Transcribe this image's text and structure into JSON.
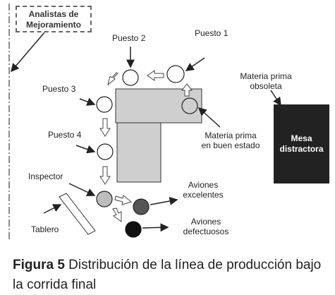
{
  "labels": {
    "analistas_line1": "Analistas de",
    "analistas_line2": "Mejoramiento",
    "puesto1": "Puesto 1",
    "puesto2": "Puesto 2",
    "puesto3": "Puesto 3",
    "puesto4": "Puesto 4",
    "materia_obsoleta_line1": "Materia prima",
    "materia_obsoleta_line2": "obsoleta",
    "materia_buen_line1": "Materia prima",
    "materia_buen_line2": "en buen estado",
    "mesa_line1": "Mesa",
    "mesa_line2": "distractora",
    "inspector": "Inspector",
    "aviones_excelentes_line1": "Aviones",
    "aviones_excelentes_line2": "excelentes",
    "aviones_defectuosos_line1": "Aviones",
    "aviones_defectuosos_line2": "defectuosos",
    "tablero": "Tablero"
  },
  "caption": {
    "figure_label": "Figura 5",
    "text": " Distribución de la línea de producción bajo la corrida final"
  },
  "colors": {
    "table_fill": "#cfcfcf",
    "mesa_fill": "#222222",
    "inspector_fill": "#bdbdbd",
    "excelentes_fill": "#555555",
    "defectuosos_fill": "#111111"
  }
}
